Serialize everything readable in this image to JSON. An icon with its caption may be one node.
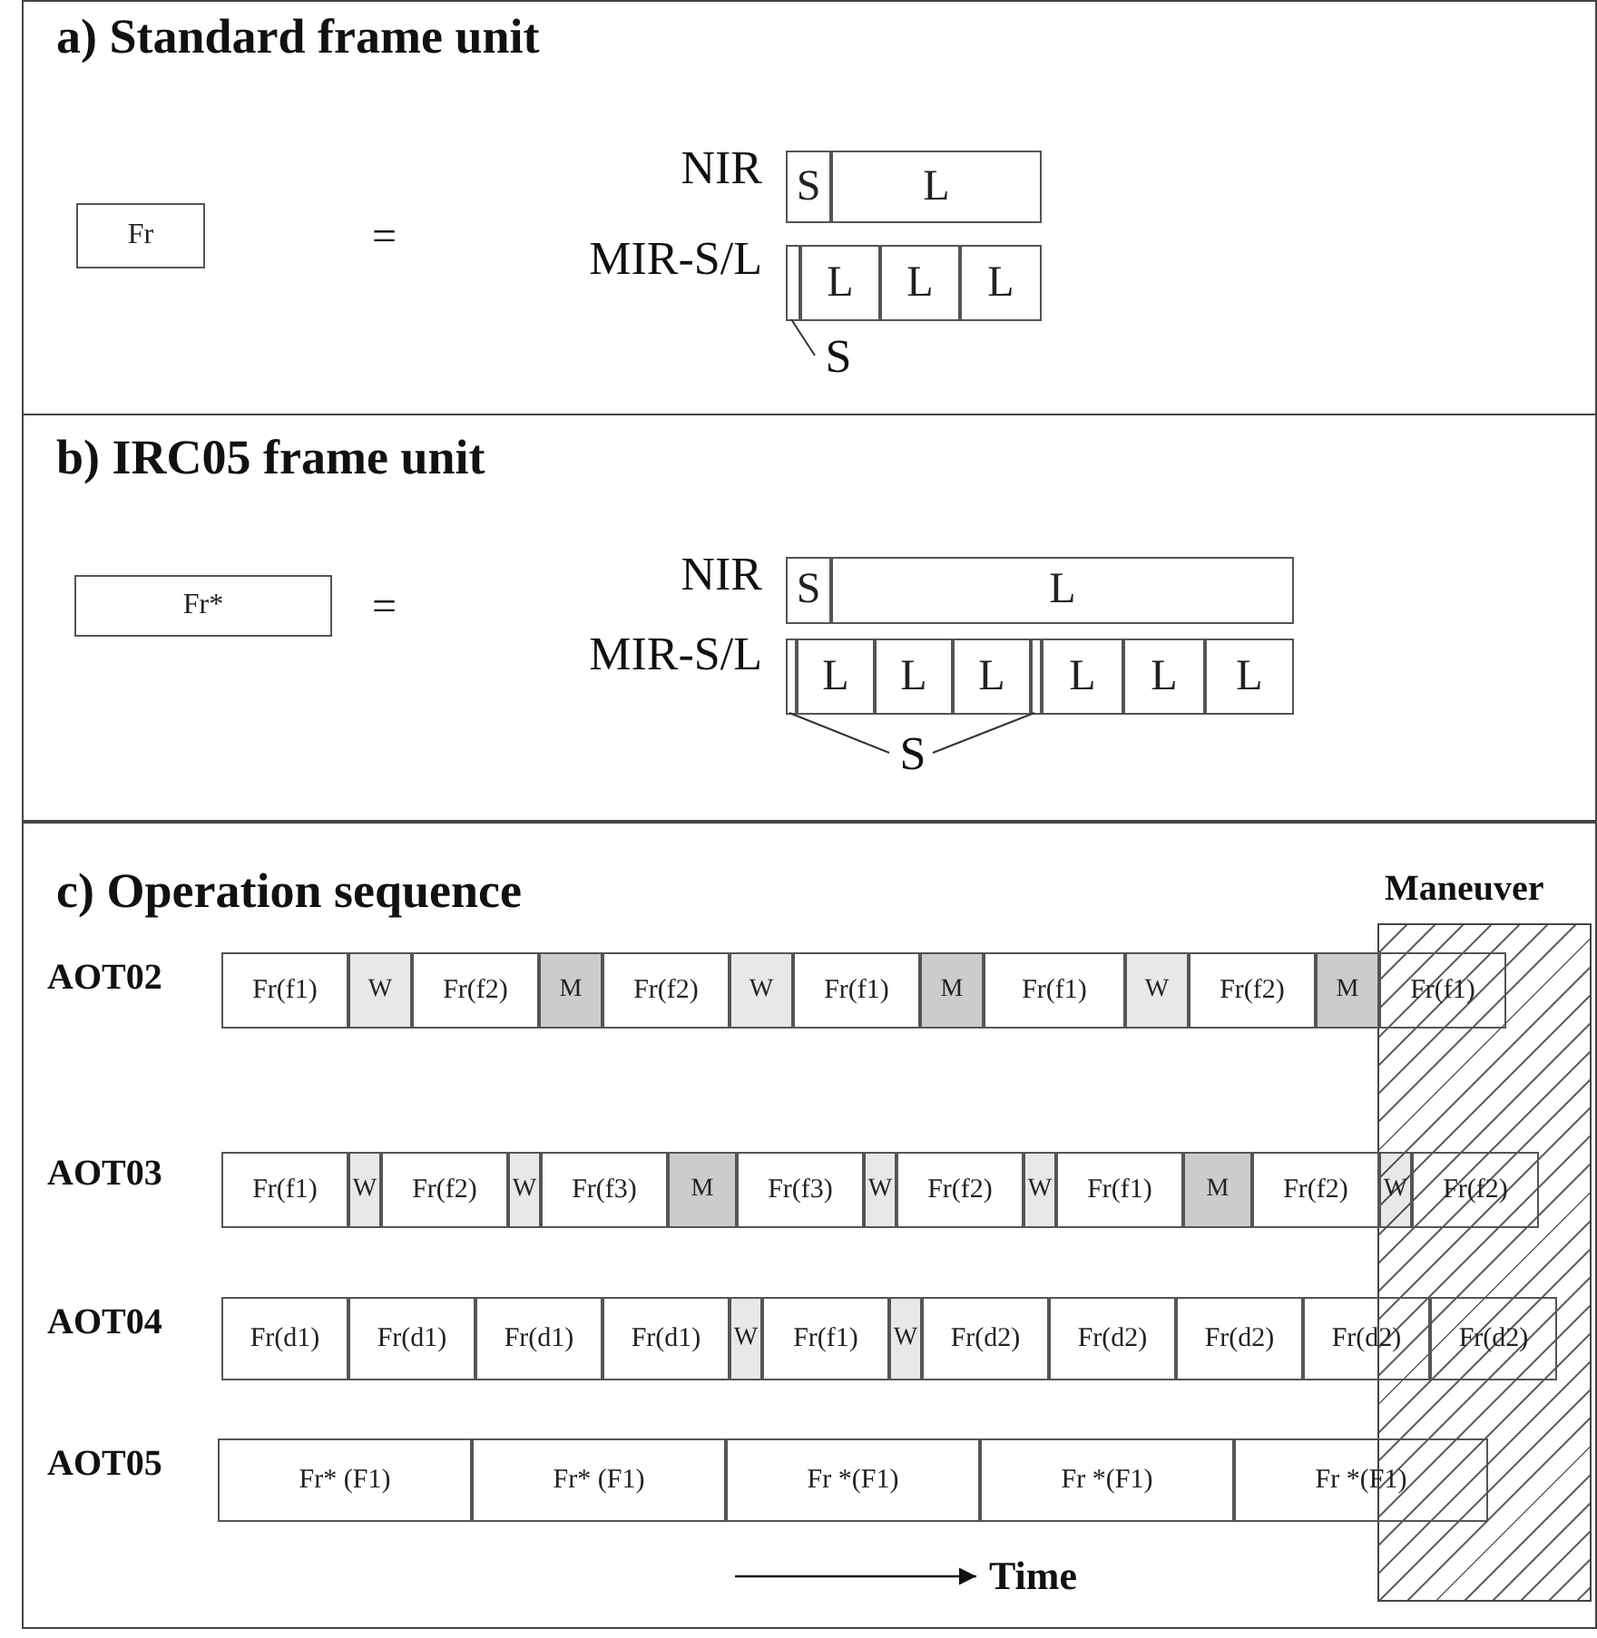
{
  "diagram": {
    "nodes": [
      {
        "text": [
          "a) Standard frame unit"
        ]
      },
      {
        "text": [
          "Fr"
        ],
        "in": 0
      },
      {
        "text": [
          "S"
        ],
        "in": 0
      },
      {
        "text": [
          "L"
        ],
        "in": 0
      },
      {
        "text": [],
        "shape": "bar",
        "in": 0
      },
      {
        "text": [
          "L"
        ],
        "in": 0
      },
      {
        "text": [
          "L"
        ],
        "in": 0
      },
      {
        "text": [
          "L"
        ],
        "in": 0
      },
      {
        "text": [
          "S"
        ],
        "in": 0
      },
      {
        "text": [
          "b) IRC05 frame unit"
        ]
      },
      {
        "text": [
          "Fr*"
        ],
        "in": 9
      },
      {
        "text": [
          "S"
        ],
        "in": 9
      },
      {
        "text": [
          "L"
        ],
        "in": 9
      },
      {
        "text": [],
        "shape": "bar",
        "in": 9
      },
      {
        "text": [
          "L"
        ],
        "in": 9
      },
      {
        "text": [
          "L"
        ],
        "in": 9
      },
      {
        "text": [
          "L"
        ],
        "in": 9
      },
      {
        "text": [],
        "shape": "bar",
        "in": 9
      },
      {
        "text": [
          "L"
        ],
        "in": 9
      },
      {
        "text": [
          "L"
        ],
        "in": 9
      },
      {
        "text": [
          "L"
        ],
        "in": 9
      },
      {
        "text": [
          "S"
        ],
        "in": 9
      },
      {
        "text": [
          "c) Operation sequence"
        ]
      },
      {
        "text": [
          "Maneuver"
        ],
        "in": 22
      },
      {
        "text": [
          "Fr(f1)"
        ],
        "in": 22
      },
      {
        "text": [
          "W"
        ],
        "in": 22
      },
      {
        "text": [
          "Fr(f2)"
        ],
        "in": 22
      },
      {
        "text": [
          "M"
        ],
        "in": 22
      },
      {
        "text": [
          "Fr(f2)"
        ],
        "in": 22
      },
      {
        "text": [
          "W"
        ],
        "in": 22
      },
      {
        "text": [
          "Fr(f1)"
        ],
        "in": 22
      },
      {
        "text": [
          "M"
        ],
        "in": 22
      },
      {
        "text": [
          "Fr(f1)"
        ],
        "in": 22
      },
      {
        "text": [
          "W"
        ],
        "in": 22
      },
      {
        "text": [
          "Fr(f2)"
        ],
        "in": 22
      },
      {
        "text": [
          "M"
        ],
        "in": 22
      },
      {
        "text": [
          "Fr(f1)"
        ],
        "in": 23
      },
      {
        "text": [
          "Fr(f1)"
        ],
        "in": 22
      },
      {
        "text": [
          "W"
        ],
        "in": 22
      },
      {
        "text": [
          "Fr(f2)"
        ],
        "in": 22
      },
      {
        "text": [
          "W"
        ],
        "in": 22
      },
      {
        "text": [
          "Fr(f3)"
        ],
        "in": 22
      },
      {
        "text": [
          "M"
        ],
        "in": 22
      },
      {
        "text": [
          "Fr(f3)"
        ],
        "in": 22
      },
      {
        "text": [
          "W"
        ],
        "in": 22
      },
      {
        "text": [
          "Fr(f2)"
        ],
        "in": 22
      },
      {
        "text": [
          "W"
        ],
        "in": 22
      },
      {
        "text": [
          "Fr(f1)"
        ],
        "in": 22
      },
      {
        "text": [
          "M"
        ],
        "in": 22
      },
      {
        "text": [
          "Fr(f2)"
        ],
        "in": 22
      },
      {
        "text": [
          "W"
        ],
        "in": 23
      },
      {
        "text": [
          "Fr(f2)"
        ],
        "in": 23
      },
      {
        "text": [
          "Fr(d1)"
        ],
        "in": 22
      },
      {
        "text": [
          "Fr(d1)"
        ],
        "in": 22
      },
      {
        "text": [
          "Fr(d1)"
        ],
        "in": 22
      },
      {
        "text": [
          "Fr(d1)"
        ],
        "in": 22
      },
      {
        "text": [
          "W"
        ],
        "in": 22
      },
      {
        "text": [
          "Fr(f1)"
        ],
        "in": 22
      },
      {
        "text": [
          "W"
        ],
        "in": 22
      },
      {
        "text": [
          "Fr(d2)"
        ],
        "in": 22
      },
      {
        "text": [
          "Fr(d2)"
        ],
        "in": 22
      },
      {
        "text": [
          "Fr(d2)"
        ],
        "in": 22
      },
      {
        "text": [
          "Fr(d2)"
        ],
        "in": 22
      },
      {
        "text": [
          "Fr(d2)"
        ],
        "in": 23
      },
      {
        "text": [
          "Fr* (F1)"
        ],
        "in": 22
      },
      {
        "text": [
          "Fr* (F1)"
        ],
        "in": 22
      },
      {
        "text": [
          "Fr *(F1)"
        ],
        "in": 22
      },
      {
        "text": [
          "Fr *(F1)"
        ],
        "in": 22
      },
      {
        "text": [
          "Fr *(F1)"
        ],
        "in": 22
      }
    ],
    "edges": [
      {
        "from": 8,
        "to": 4,
        "arrow": "none"
      },
      {
        "from": 21,
        "to": 13,
        "arrow": "none"
      },
      {
        "from": 21,
        "to": 17,
        "arrow": "none"
      }
    ],
    "labels": [
      "=",
      "NIR",
      "MIR-S/L",
      "=",
      "NIR",
      "MIR-S/L",
      "AOT02",
      "AOT03",
      "AOT04",
      "AOT05",
      "Time"
    ]
  }
}
